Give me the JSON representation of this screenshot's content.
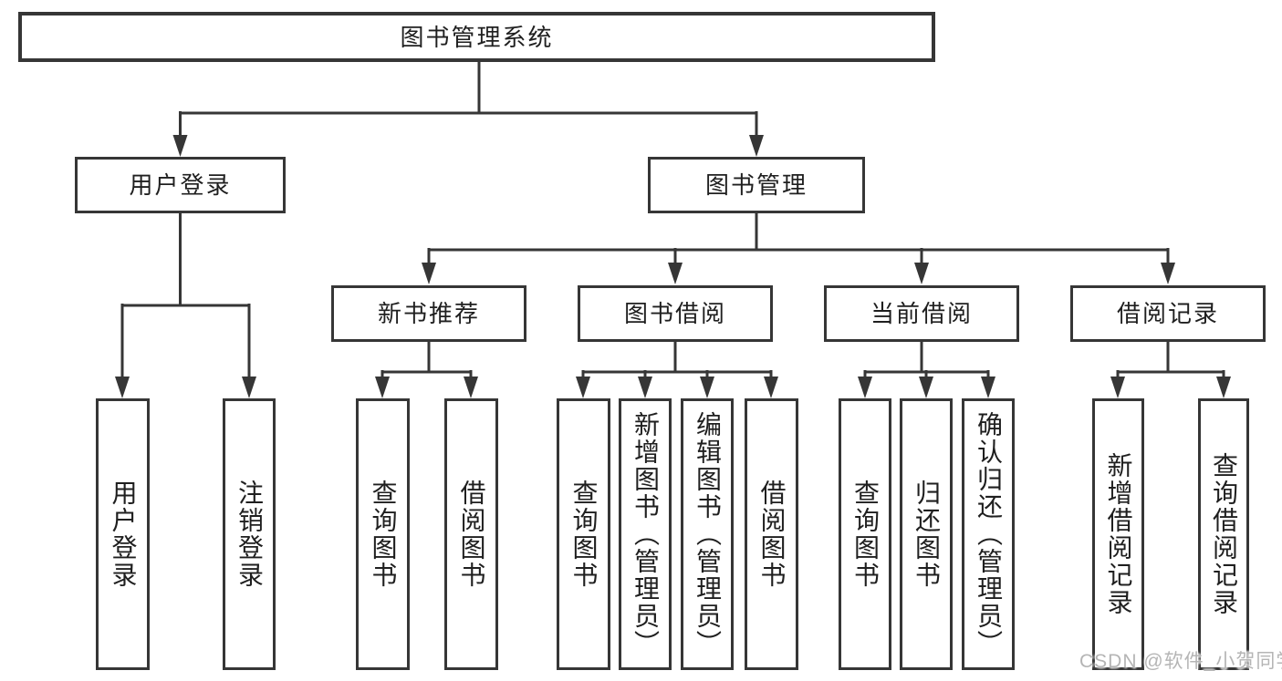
{
  "tree": {
    "root": {
      "label": "图书管理系统"
    },
    "user_login": {
      "label": "用户登录",
      "children": [
        {
          "label": "用户登录"
        },
        {
          "label": "注销登录"
        }
      ]
    },
    "book_management": {
      "label": "图书管理",
      "sections": {
        "new_book_rec": {
          "label": "新书推荐",
          "children": [
            {
              "label": "查询图书"
            },
            {
              "label": "借阅图书"
            }
          ]
        },
        "book_borrow": {
          "label": "图书借阅",
          "children": [
            {
              "label": "查询图书"
            },
            {
              "label": "新增图书（管理员）"
            },
            {
              "label": "编辑图书（管理员）"
            },
            {
              "label": "借阅图书"
            }
          ]
        },
        "current_borrow": {
          "label": "当前借阅",
          "children": [
            {
              "label": "查询图书"
            },
            {
              "label": "归还图书"
            },
            {
              "label": "确认归还（管理员）"
            }
          ]
        },
        "borrow_records": {
          "label": "借阅记录",
          "children": [
            {
              "label": "新增借阅记录"
            },
            {
              "label": "查询借阅记录"
            }
          ]
        }
      }
    }
  },
  "watermark": {
    "text": "CSDN @软件_小贺同学"
  },
  "colors": {
    "line": "#363636",
    "text": "#1f1f1f",
    "watermark": "#b5b5b5",
    "background": "#ffffff"
  }
}
